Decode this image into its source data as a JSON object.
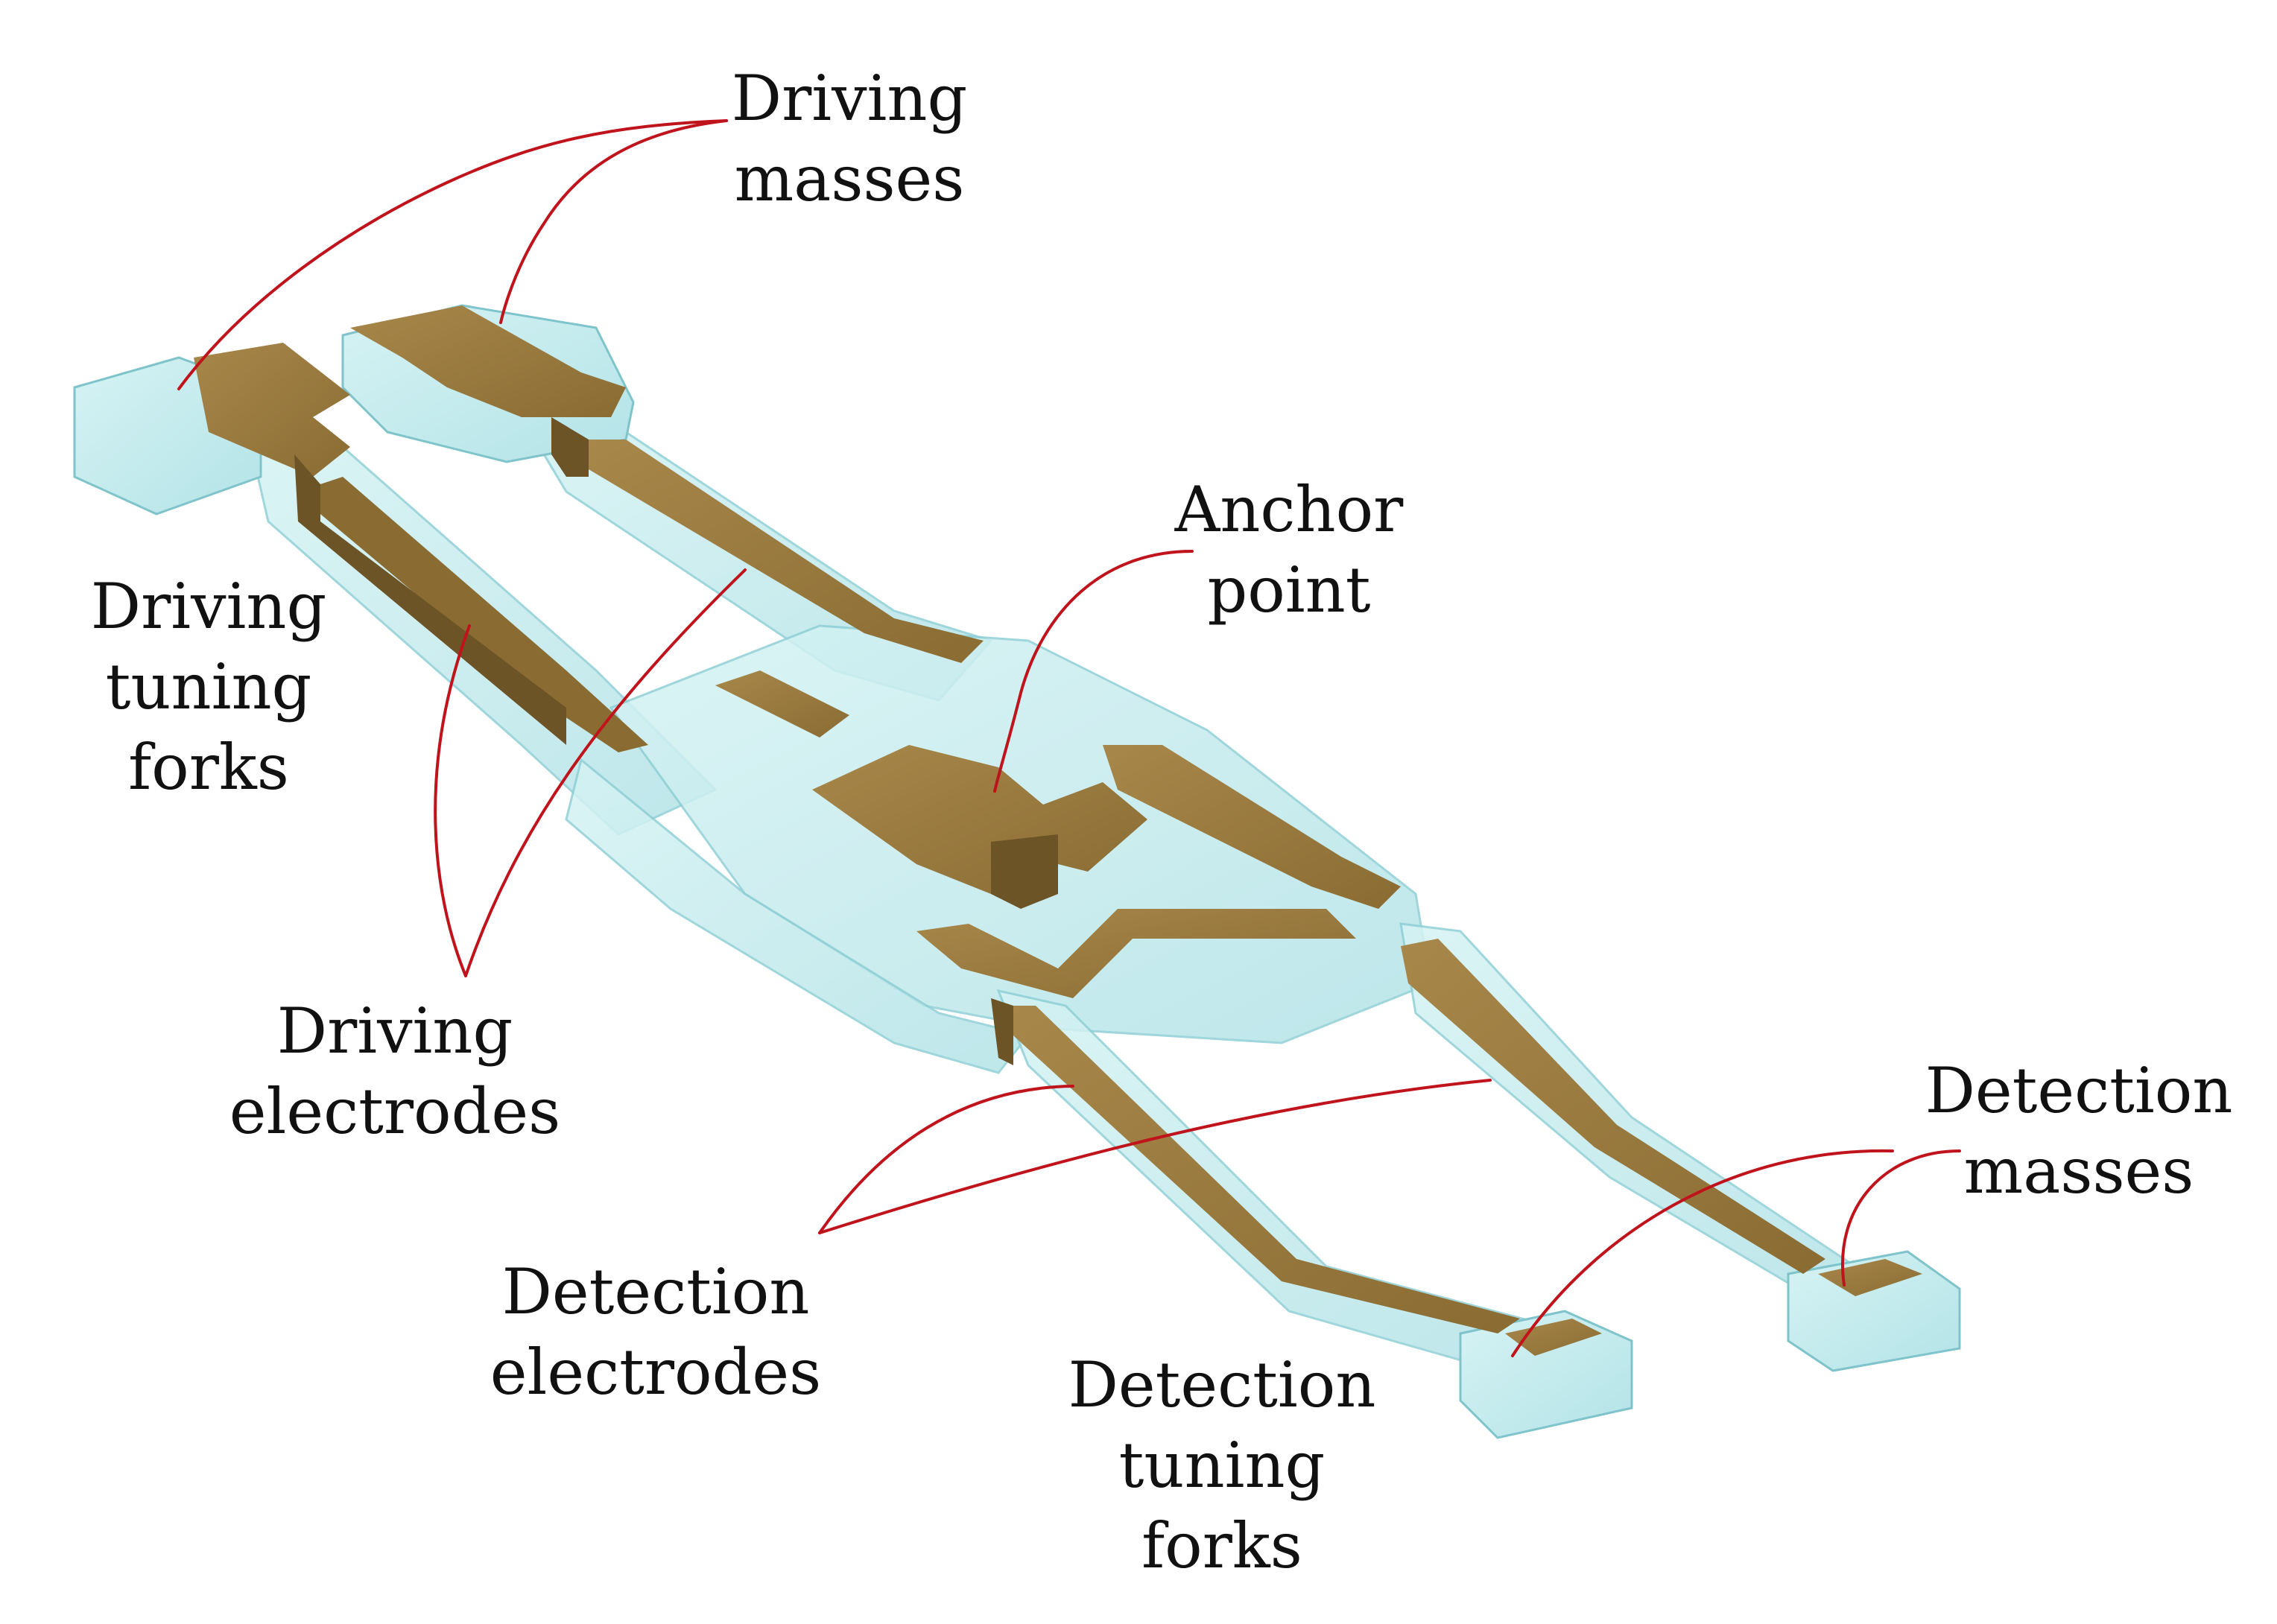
{
  "labels": {
    "driving_masses": [
      "Driving",
      "masses"
    ],
    "driving_tuning_forks": [
      "Driving",
      "tuning",
      "forks"
    ],
    "anchor_point": [
      "Anchor",
      "point"
    ],
    "driving_electrodes": [
      "Driving",
      "electrodes"
    ],
    "detection_electrodes": [
      "Detection",
      "electrodes"
    ],
    "detection_tuning_forks": [
      "Detection",
      "tuning",
      "forks"
    ],
    "detection_masses": [
      "Detection",
      "masses"
    ]
  },
  "colors": {
    "leader_line": "#c0141c",
    "glass_fill": "#c4ecee",
    "glass_edge": "#8fd0d6",
    "electrode_fill": "#9b7a3a",
    "electrode_dark": "#6d5426",
    "text": "#111111"
  }
}
